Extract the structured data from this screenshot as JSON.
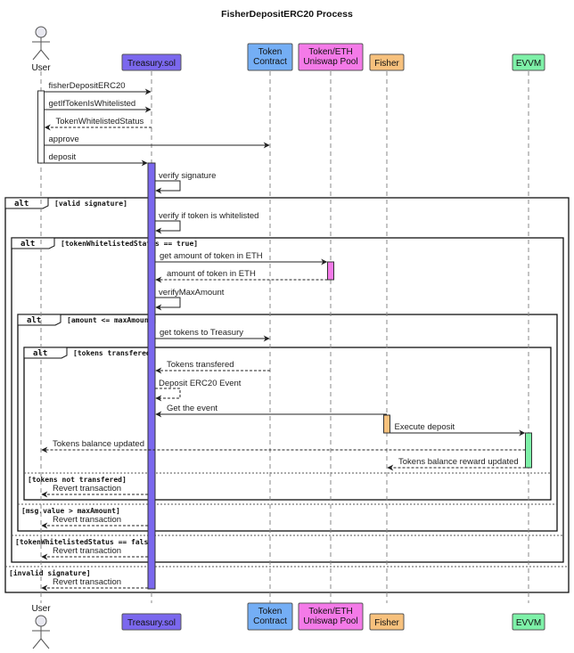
{
  "title": "FisherDepositERC20 Process",
  "participants": [
    {
      "id": "user",
      "kind": "actor",
      "label": "User"
    },
    {
      "id": "treasury",
      "kind": "box",
      "lines": [
        "Treasury.sol"
      ],
      "fill": "#7b68ee"
    },
    {
      "id": "token",
      "kind": "box",
      "lines": [
        "Token",
        "Contract"
      ],
      "fill": "#74aef5"
    },
    {
      "id": "pool",
      "kind": "box",
      "lines": [
        "Token/ETH",
        "Uniswap Pool"
      ],
      "fill": "#f47ae8"
    },
    {
      "id": "fisher",
      "kind": "box",
      "lines": [
        "Fisher"
      ],
      "fill": "#f7c17d"
    },
    {
      "id": "evvm",
      "kind": "box",
      "lines": [
        "EVVM"
      ],
      "fill": "#7ef1a8"
    }
  ],
  "messages": [
    {
      "from": "user",
      "to": "treasury",
      "text": "fisherDepositERC20",
      "dashed": false
    },
    {
      "from": "user",
      "to": "treasury",
      "text": "getIfTokenIsWhitelisted",
      "dashed": false
    },
    {
      "from": "treasury",
      "to": "user",
      "text": "TokenWhitelistedStatus",
      "dashed": true
    },
    {
      "from": "user",
      "to": "token",
      "text": "approve",
      "dashed": false
    },
    {
      "from": "user",
      "to": "treasury",
      "text": "deposit",
      "dashed": false
    },
    {
      "from": "treasury",
      "to": "treasury",
      "text": "verify signature",
      "dashed": false
    },
    {
      "from": "treasury",
      "to": "treasury",
      "text": "verify if token is whitelisted",
      "dashed": false
    },
    {
      "from": "treasury",
      "to": "pool",
      "text": "get amount of token in ETH",
      "dashed": false
    },
    {
      "from": "pool",
      "to": "treasury",
      "text": "amount of token in ETH",
      "dashed": true
    },
    {
      "from": "treasury",
      "to": "treasury",
      "text": "verifyMaxAmount",
      "dashed": false
    },
    {
      "from": "treasury",
      "to": "token",
      "text": "get tokens to Treasury",
      "dashed": false
    },
    {
      "from": "token",
      "to": "treasury",
      "text": "Tokens transfered",
      "dashed": true
    },
    {
      "from": "treasury",
      "to": "treasury",
      "text": "Deposit ERC20 Event",
      "dashed": true
    },
    {
      "from": "fisher",
      "to": "treasury",
      "text": "Get the event",
      "dashed": false
    },
    {
      "from": "fisher",
      "to": "evvm",
      "text": "Execute deposit",
      "dashed": false
    },
    {
      "from": "evvm",
      "to": "user",
      "text": "Tokens balance updated",
      "dashed": true
    },
    {
      "from": "evvm",
      "to": "fisher",
      "text": "Tokens balance reward updated",
      "dashed": true
    },
    {
      "from": "treasury",
      "to": "user",
      "text": "Revert transaction",
      "dashed": true
    },
    {
      "from": "treasury",
      "to": "user",
      "text": "Revert transaction",
      "dashed": true
    },
    {
      "from": "treasury",
      "to": "user",
      "text": "Revert transaction",
      "dashed": true
    },
    {
      "from": "treasury",
      "to": "user",
      "text": "Revert transaction",
      "dashed": true
    }
  ],
  "fragments": [
    {
      "keyword": "alt",
      "guard": "[valid signature]",
      "else_guards": [
        "[invalid signature]"
      ]
    },
    {
      "keyword": "alt",
      "guard": "[tokenWhitelistedStatus == true]",
      "else_guards": [
        "[tokenWhitelistedStatus == false]"
      ]
    },
    {
      "keyword": "alt",
      "guard": "[amount <= maxAmount]",
      "else_guards": [
        "[msg.value > maxAmount]"
      ]
    },
    {
      "keyword": "alt",
      "guard": "[tokens transfered]",
      "else_guards": [
        "[tokens not transfered]"
      ]
    }
  ]
}
